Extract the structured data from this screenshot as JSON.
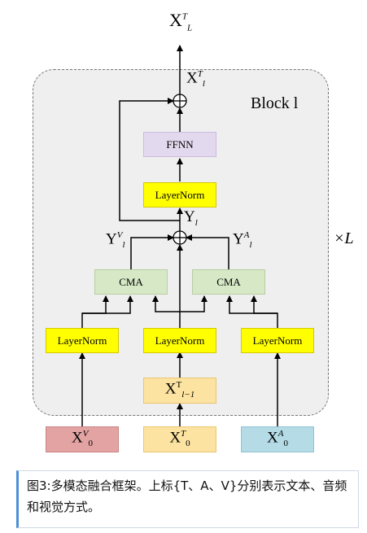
{
  "block_label": "Block l",
  "repeat_label": "×L",
  "boxes": {
    "ffnn": "FFNN",
    "layernorm_top": "LayerNorm",
    "cma_left": "CMA",
    "cma_right": "CMA",
    "layernorm_left": "LayerNorm",
    "layernorm_mid": "LayerNorm",
    "layernorm_right": "LayerNorm"
  },
  "symbols": {
    "output": {
      "base": "X",
      "sup": "T",
      "sub": "L"
    },
    "block_out": {
      "base": "X",
      "sup": "T",
      "sub": "l"
    },
    "y": {
      "base": "Y",
      "sub": "l"
    },
    "y_v": {
      "base": "Y",
      "sup": "V",
      "sub": "l"
    },
    "y_a": {
      "base": "Y",
      "sup": "A",
      "sub": "l"
    },
    "x_prev": {
      "base": "X",
      "sup": "T",
      "sub": "l−1"
    },
    "x0_v": {
      "base": "X",
      "sup": "V",
      "sub": "0"
    },
    "x0_t": {
      "base": "X",
      "sup": "T",
      "sub": "0"
    },
    "x0_a": {
      "base": "X",
      "sup": "A",
      "sub": "0"
    }
  },
  "caption": "图3:多模态融合框架。上标{T、A、V}分别表示文本、音频和视觉方式。",
  "colors": {
    "layernorm": "#ffff00",
    "cma": "#d6e8c6",
    "ffnn": "#e3d9ee",
    "x_visual": "#e3a3a3",
    "x_text": "#fde3a1",
    "x_audio": "#b4dbe6"
  }
}
